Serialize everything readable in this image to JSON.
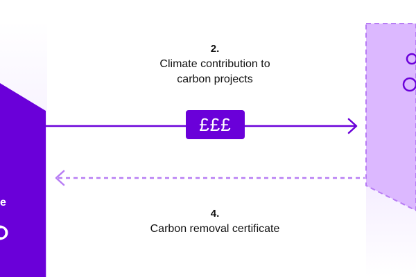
{
  "colors": {
    "purple_dark": "#6a00d9",
    "purple_mid": "#7b1ee6",
    "lavender": "#dcb8ff",
    "lavender_light": "#ece0ff",
    "dashed": "#b77cf4",
    "text": "#111111"
  },
  "step2": {
    "number": "2.",
    "line1": "Climate contribution to",
    "line2": "carbon projects"
  },
  "money_pill": {
    "label": "£££"
  },
  "step4": {
    "number": "4.",
    "line1": "Carbon removal certificate"
  },
  "left_panel": {
    "partial_text": "e"
  },
  "icons": {
    "right_arrow": "arrow-right-icon",
    "left_arrow": "arrow-left-icon",
    "partial_circle_left": "circle-icon",
    "partial_cluster_right": "cluster-icon"
  }
}
